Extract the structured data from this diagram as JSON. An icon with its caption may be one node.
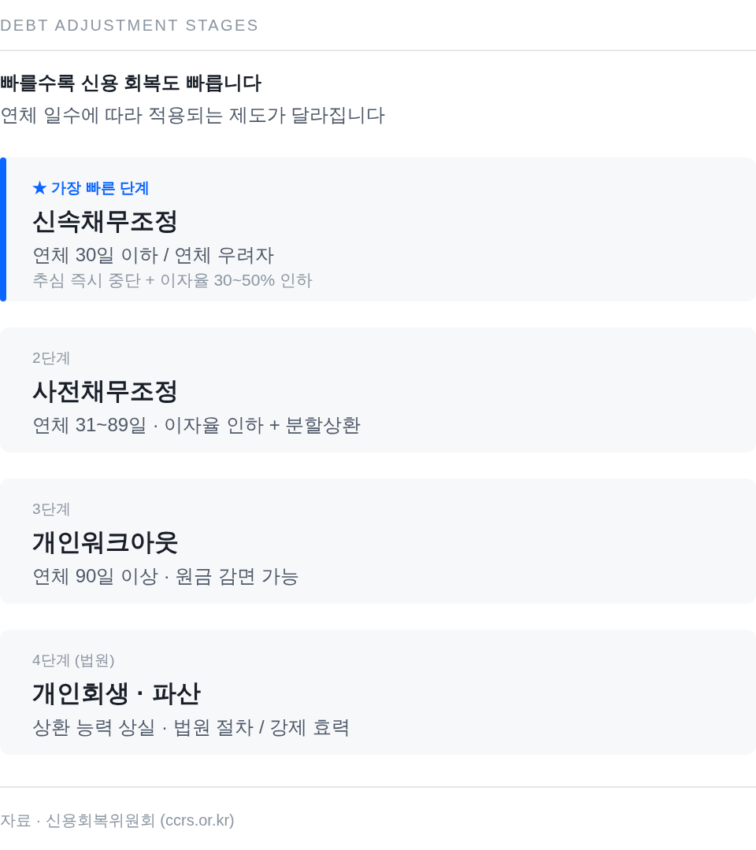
{
  "diagram": {
    "title": "빠를수록 신용 회복도 빠릅니다",
    "nodes": [
      {
        "text": [
          "★ 가장 빠른 단계",
          "신속채무조정",
          "연체 30일 이하 / 연체 우려자",
          "추심 즉시 중단 + 이자율 30~50% 인하"
        ]
      },
      {
        "text": [
          "2단계",
          "사전채무조정",
          "연체 31~89일 · 이자율 인하 + 분할상환"
        ]
      },
      {
        "text": [
          "3단계",
          "개인워크아웃",
          "연체 90일 이상 · 원금 감면 가능"
        ]
      },
      {
        "text": [
          "4단계 (법원)",
          "개인회생 · 파산",
          "상환 능력 상실 · 법원 절차 / 강제 효력"
        ]
      }
    ],
    "labels": [
      "DEBT ADJUSTMENT STAGES",
      "연체 일수에 따라 적용되는 제도가 달라집니다"
    ],
    "caption": "자료 · 신용회복위원회 (ccrs.or.kr)"
  }
}
